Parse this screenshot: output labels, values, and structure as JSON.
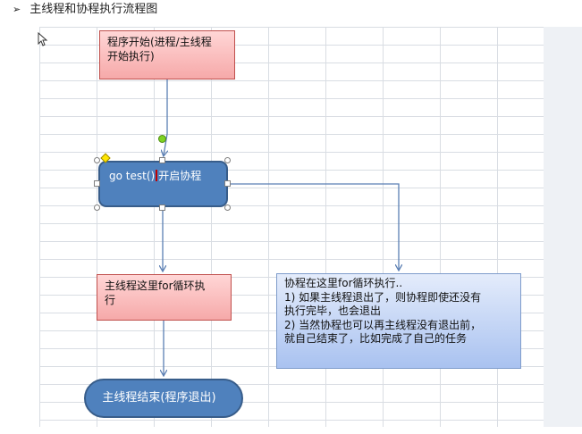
{
  "heading": {
    "bullet": "➢",
    "title": "主线程和协程执行流程图"
  },
  "flowchart": {
    "start_node": {
      "line1": "程序开始(进程/主线程",
      "line2": "开始执行)"
    },
    "go_node": {
      "before_cursor": "go test()",
      "after_cursor": "开启协程"
    },
    "main_loop_node": {
      "line1": "主线程这里for循环执",
      "line2": "行"
    },
    "goroutine_note": {
      "line1": "协程在这里for循环执行..",
      "line2": "1) 如果主线程退出了，则协程即使还没有",
      "line3": "执行完毕，也会退出",
      "line4": "2) 当然协程也可以再主线程没有退出前，",
      "line5": "就自己结束了，比如完成了自己的任务"
    },
    "end_node": {
      "label": "主线程结束(程序退出)"
    }
  },
  "colors": {
    "process_fill": "#f6a9a9",
    "process_border": "#c0504d",
    "terminal_fill": "#4f81bd",
    "note_fill": "#a9c2f0",
    "connector": "#4f81bd"
  }
}
